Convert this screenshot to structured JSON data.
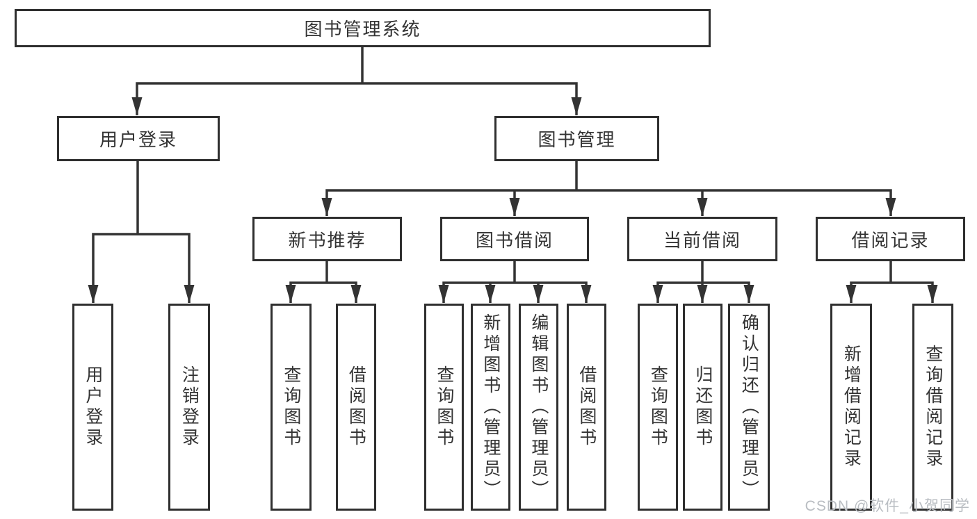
{
  "nodes": {
    "root": {
      "label": "图书管理系统"
    },
    "branches": [
      {
        "label": "用户登录"
      },
      {
        "label": "图书管理"
      }
    ],
    "modules": [
      {
        "label": "新书推荐"
      },
      {
        "label": "图书借阅"
      },
      {
        "label": "当前借阅"
      },
      {
        "label": "借阅记录"
      }
    ],
    "functions": [
      {
        "label": "用户登录"
      },
      {
        "label": "注销登录"
      },
      {
        "label": "查询图书"
      },
      {
        "label": "借阅图书"
      },
      {
        "label": "查询图书"
      },
      {
        "label": "新增图书（管理员）"
      },
      {
        "label": "编辑图书（管理员）"
      },
      {
        "label": "借阅图书"
      },
      {
        "label": "查询图书"
      },
      {
        "label": "归还图书"
      },
      {
        "label": "确认归还（管理员）"
      },
      {
        "label": "新增借阅记录"
      },
      {
        "label": "查询借阅记录"
      }
    ]
  },
  "watermark": {
    "text": "CSDN @软件_小贺同学"
  },
  "colors": {
    "line": "#333333",
    "border": "#2f2f2f",
    "text": "#333333",
    "watermark": "#b9bdc2",
    "background": "#ffffff"
  }
}
